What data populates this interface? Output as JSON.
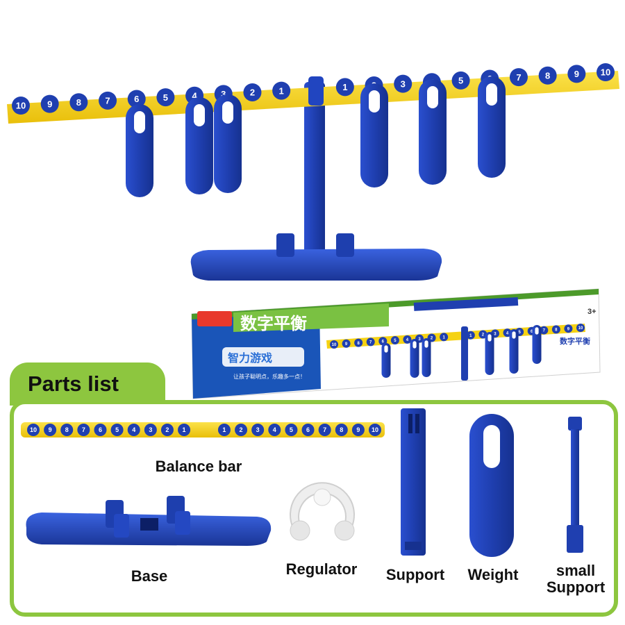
{
  "colors": {
    "accent_green": "#8dc63f",
    "toy_blue": "#1f3fb0",
    "toy_yellow": "#f5d213"
  },
  "balance_numbers_left": [
    "10",
    "9",
    "8",
    "7",
    "6",
    "5",
    "4",
    "3",
    "2",
    "1"
  ],
  "balance_numbers_right": [
    "1",
    "2",
    "3",
    "4",
    "5",
    "6",
    "7",
    "8",
    "9",
    "10"
  ],
  "box": {
    "title_cn": "数字平衡",
    "subtitle_cn": "智力游戏",
    "tagline_cn": "让孩子聪明点，乐趣多一点！",
    "side_title_cn": "数字平衡",
    "age": "3+"
  },
  "parts_list": {
    "title": "Parts list",
    "labels": {
      "balance_bar": "Balance bar",
      "base": "Base",
      "regulator": "Regulator",
      "support": "Support",
      "weight": "Weight",
      "small_support_line1": "small",
      "small_support_line2": "Support"
    }
  }
}
